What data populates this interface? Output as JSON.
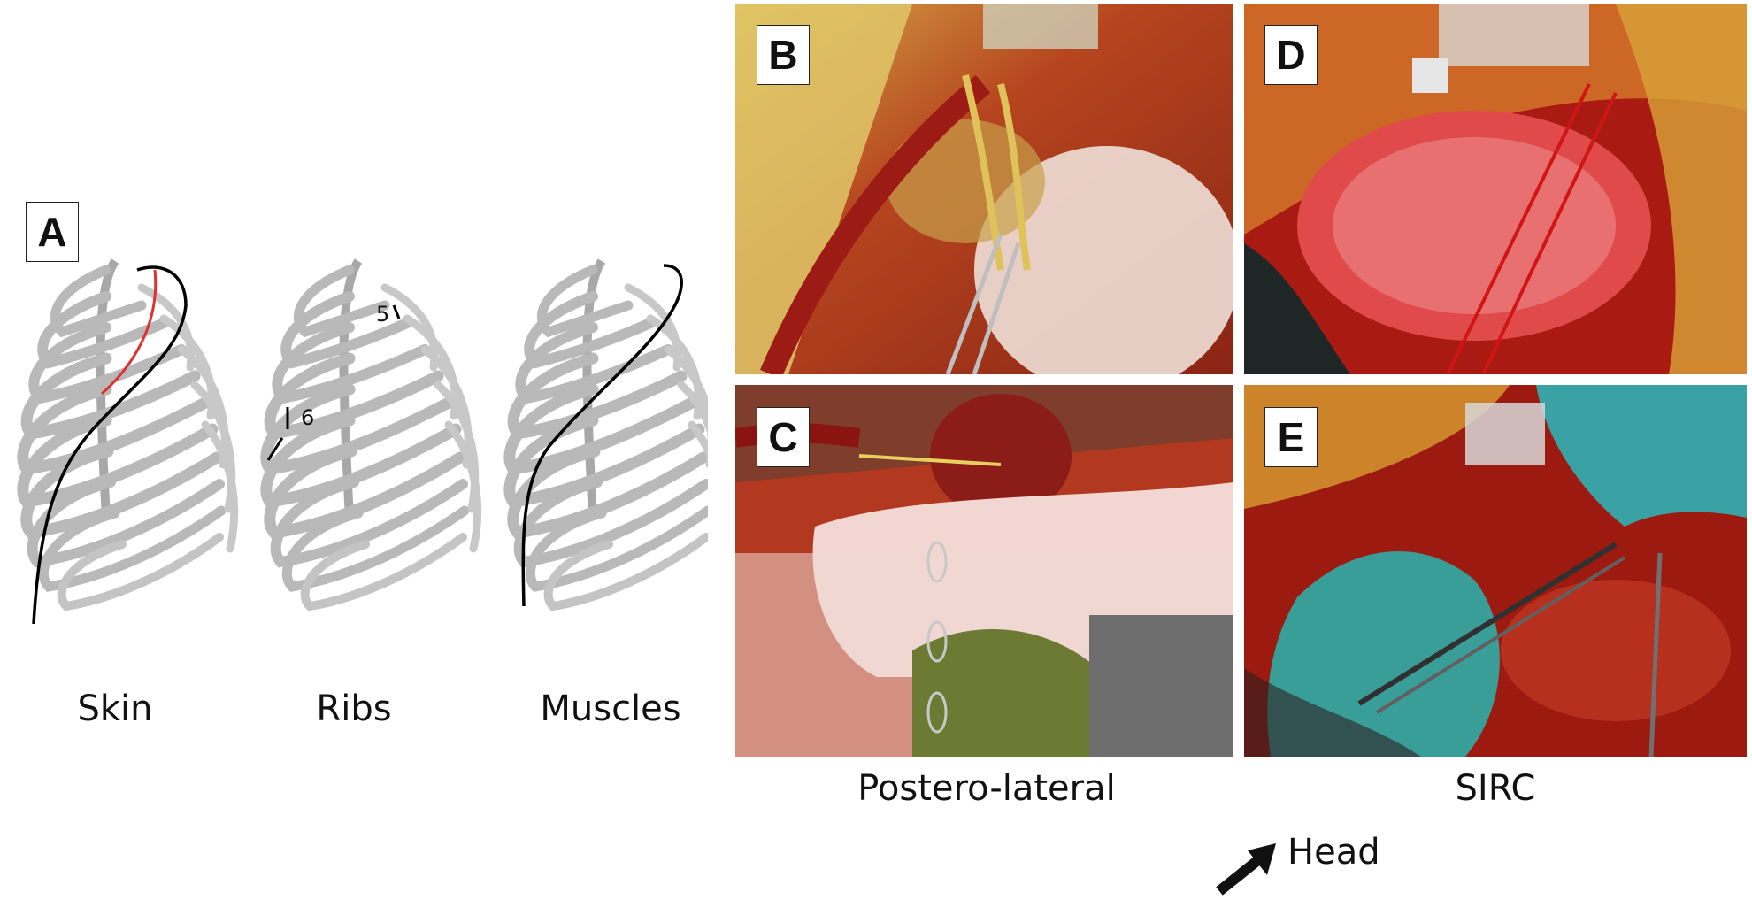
{
  "panel_a": {
    "letter": "A",
    "views": [
      {
        "caption": "Skin"
      },
      {
        "caption": "Ribs",
        "rib_labels": [
          "5",
          "6"
        ]
      },
      {
        "caption": "Muscles"
      }
    ]
  },
  "photos": [
    {
      "letter": "B"
    },
    {
      "letter": "D"
    },
    {
      "letter": "C"
    },
    {
      "letter": "E"
    }
  ],
  "column_captions": {
    "left": "Postero-lateral",
    "right": "SIRC"
  },
  "orientation": {
    "label": "Head",
    "icon": "arrow-up-right-icon"
  },
  "colors": {
    "rib": "#b9b9b9",
    "incision_red": "#e03030",
    "incision_black": "#000000"
  }
}
